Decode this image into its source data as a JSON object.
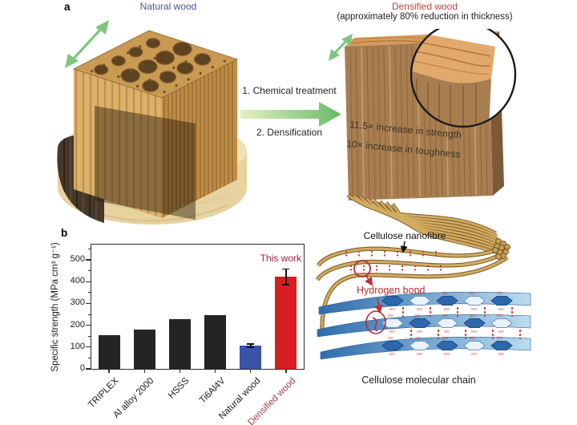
{
  "figure": {
    "panel_a_label": "a",
    "panel_b_label": "b"
  },
  "panel_a": {
    "natural_wood_title": "Natural wood",
    "densified_wood_title": "Densified wood",
    "densified_wood_subtitle": "(approximately 80% reduction in thickness)",
    "process_step_1": "1. Chemical treatment",
    "process_step_2": "2. Densification",
    "strength_note": "11.5× increase in strength",
    "toughness_note": "10× increase in toughness",
    "cellulose_nanofibre_label": "Cellulose nanofibre",
    "hydrogen_bond_label": "Hydrogen bond",
    "molecular_chain_label": "Cellulose molecular chain",
    "molecule_atom_labels": [
      "OH",
      "HO"
    ]
  },
  "chart_data": {
    "type": "bar",
    "title": "",
    "xlabel": "",
    "ylabel": "Specific strength (MPa cm³ g⁻¹)",
    "categories": [
      "TRIPLEX",
      "Al alloy 2000",
      "HSSS",
      "Ti6Al4V",
      "Natural wood",
      "Densified wood"
    ],
    "values": [
      155,
      180,
      228,
      245,
      107,
      422
    ],
    "errors": [
      0,
      0,
      0,
      0,
      10,
      38
    ],
    "bar_colors": [
      "#262324",
      "#262324",
      "#262324",
      "#262324",
      "#3a53a4",
      "#d6201f"
    ],
    "category_label_colors": [
      "#1a1a1a",
      "#1a1a1a",
      "#1a1a1a",
      "#1a1a1a",
      "#1a1a1a",
      "#a63a44"
    ],
    "yticks": [
      0,
      100,
      200,
      300,
      400,
      500
    ],
    "minor_yticks": [
      50,
      150,
      250,
      350,
      450,
      550
    ],
    "ylim": [
      0,
      570
    ],
    "grid": false,
    "legend": "none",
    "annotation": {
      "text": "This work",
      "color": "#a81e3f",
      "target": "Densified wood"
    }
  },
  "colors": {
    "natural_wood_title": "#48539b",
    "densified_wood_title": "#c4433d",
    "hydrogen_bond_red": "#bb3036",
    "axis": "#2b2b2b",
    "process_arrow_start": "#e4f1bf",
    "process_arrow_end": "#68ba68",
    "small_green_arrow": "#7fc57f",
    "fibre_tan": "#d3ac60",
    "slab_brown": "#a87e50",
    "ribbon_blue": "#2e6dad"
  }
}
